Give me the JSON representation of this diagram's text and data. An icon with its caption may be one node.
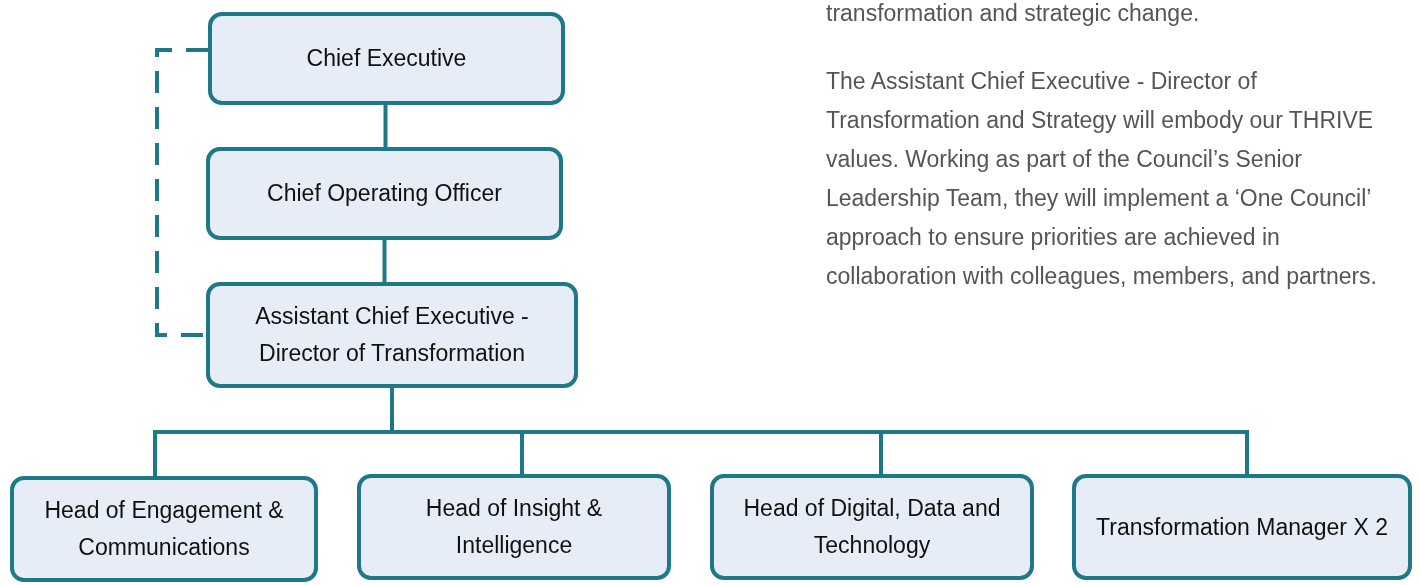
{
  "diagram": {
    "nodes": [
      {
        "text": [
          "Chief Executive"
        ]
      },
      {
        "text": [
          "Chief Operating Officer"
        ]
      },
      {
        "text": [
          "Assistant Chief Executive - Director of Transformation"
        ]
      },
      {
        "text": [
          "Head of Engagement & Communications"
        ]
      },
      {
        "text": [
          "Head of Insight & Intelligence"
        ]
      },
      {
        "text": [
          "Head of Digital, Data and Technology"
        ]
      },
      {
        "text": [
          "Transformation Manager X 2"
        ]
      }
    ],
    "edges": [
      {
        "from": 0,
        "to": 1,
        "arrow": "none"
      },
      {
        "from": 1,
        "to": 2,
        "arrow": "none"
      },
      {
        "from": 0,
        "to": 2,
        "arrow": "none",
        "style": "dashed"
      },
      {
        "from": 2,
        "to": 3,
        "arrow": "none"
      },
      {
        "from": 2,
        "to": 4,
        "arrow": "none"
      },
      {
        "from": 2,
        "to": 5,
        "arrow": "none"
      },
      {
        "from": 2,
        "to": 6,
        "arrow": "none"
      }
    ],
    "labels": [
      "transformation and strategic change.",
      "The Assistant Chief Executive - Director of Transformation and Strategy will embody our THRIVE values. Working as part of the Council’s Senior Leadership Team, they will implement a ‘One Council’ approach to ensure priorities are achieved in collaboration with colleagues, members, and partners."
    ]
  }
}
